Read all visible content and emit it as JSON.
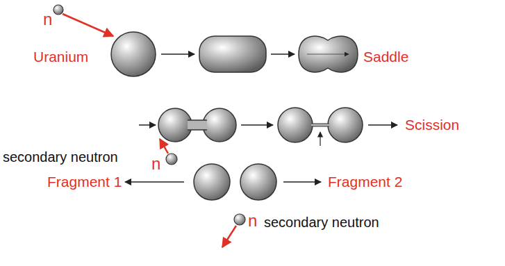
{
  "diagram": {
    "labels": [
      "n",
      "Uranium",
      "Saddle",
      "Scission",
      "secondary neutron",
      "n",
      "Fragment 1",
      "Fragment 2",
      "n",
      "secondary neutron"
    ]
  }
}
